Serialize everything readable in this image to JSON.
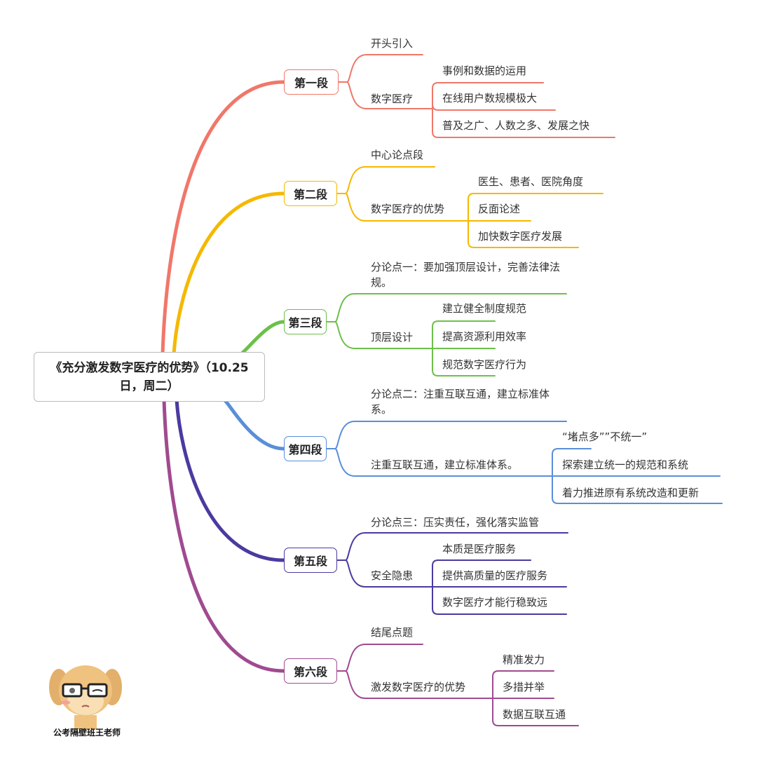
{
  "root": {
    "title": "《充分激发数字医疗的优势》（10.25日，周二）"
  },
  "branches": [
    {
      "label": "第一段",
      "color": "#f0776a",
      "children": [
        {
          "label": "开头引入"
        },
        {
          "label": "数字医疗",
          "children": [
            "事例和数据的运用",
            "在线用户数规模极大",
            "普及之广、人数之多、发展之快"
          ]
        }
      ]
    },
    {
      "label": "第二段",
      "color": "#f5b800",
      "children": [
        {
          "label": "中心论点段"
        },
        {
          "label": "数字医疗的优势",
          "children": [
            "医生、患者、医院角度",
            "反面论述",
            "加快数字医疗发展"
          ]
        }
      ]
    },
    {
      "label": "第三段",
      "color": "#6cc04a",
      "children": [
        {
          "label": "分论点一：要加强顶层设计，完善法律法规。"
        },
        {
          "label": "顶层设计",
          "children": [
            "建立健全制度规范",
            "提高资源利用效率",
            "规范数字医疗行为"
          ]
        }
      ]
    },
    {
      "label": "第四段",
      "color": "#5a8fd8",
      "children": [
        {
          "label": "分论点二：注重互联互通，建立标准体系。"
        },
        {
          "label": "注重互联互通，建立标准体系。",
          "children": [
            "“堵点多””不统一”",
            "探索建立统一的规范和系统",
            "着力推进原有系统改造和更新"
          ]
        }
      ]
    },
    {
      "label": "第五段",
      "color": "#4a3aa0",
      "children": [
        {
          "label": "分论点三：压实责任，强化落实监管"
        },
        {
          "label": "安全隐患",
          "children": [
            "本质是医疗服务",
            "提供高质量的医疗服务",
            "数字医疗才能行稳致远"
          ]
        }
      ]
    },
    {
      "label": "第六段",
      "color": "#a04a90",
      "children": [
        {
          "label": "结尾点题"
        },
        {
          "label": "激发数字医疗的优势",
          "children": [
            "精准发力",
            "多措并举",
            "数据互联互通"
          ]
        }
      ]
    }
  ],
  "watermark": {
    "caption": "公考隔壁班王老师"
  }
}
